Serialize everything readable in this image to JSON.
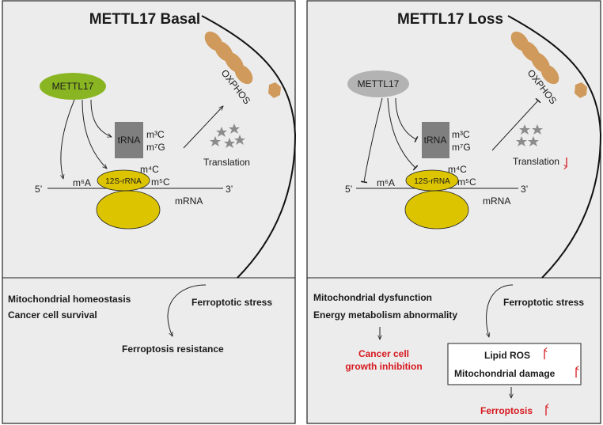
{
  "colors": {
    "panel_bg": "#ececec",
    "metttl17_basal": "#8ab522",
    "metttl17_loss": "#b3b3b3",
    "ribosome": "#dcc400",
    "trna_box": "#7f7f7f",
    "complex_shapes": "#d09a5c",
    "accent_red": "#d6181e"
  },
  "left": {
    "title": "METTL17 Basal",
    "enzyme": "METTL17",
    "trna": "tRNA",
    "m3c": "m³C",
    "m7g": "m⁷G",
    "m4c": "m⁴C",
    "m5c": "m⁵C",
    "m6a": "m⁶A",
    "rrna": "12S-rRNA",
    "five_prime": "5’",
    "three_prime": "3’",
    "mrna": "mRNA",
    "translation": "Translation",
    "oxphos": "OXPHOS",
    "bottom": {
      "line1": "Mitochondrial homeostasis",
      "line2": "Cancer cell survival",
      "stress": "Ferroptotic stress",
      "result": "Ferroptosis resistance"
    }
  },
  "right": {
    "title": "METTL17 Loss",
    "enzyme": "METTL17",
    "trna": "tRNA",
    "m3c": "m³C",
    "m7g": "m⁷G",
    "m4c": "m⁴C",
    "m5c": "m⁵C",
    "m6a": "m⁶A",
    "rrna": "12S-rRNA",
    "five_prime": "5’",
    "three_prime": "3’",
    "mrna": "mRNA",
    "translation": "Translation",
    "oxphos": "OXPHOS",
    "bottom": {
      "line1": "Mitochondrial dysfunction",
      "line2": "Energy metabolism abnormality",
      "stress": "Ferroptotic stress",
      "inhibition_1": "Cancer cell",
      "inhibition_2": "growth inhibition",
      "lipid_ros": "Lipid ROS",
      "mito_damage": "Mitochondrial damage",
      "result": "Ferroptosis"
    }
  }
}
